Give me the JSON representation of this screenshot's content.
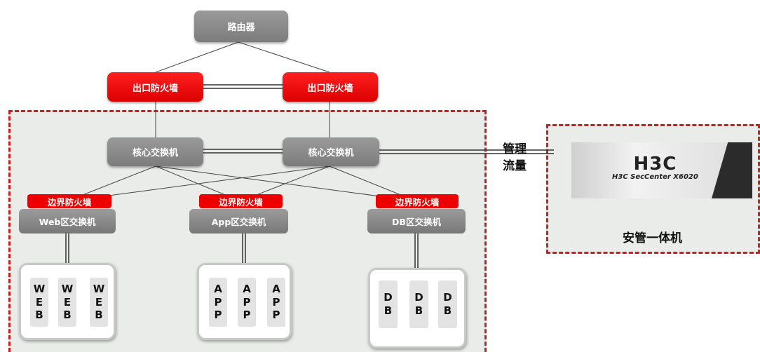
{
  "router": {
    "label": "路由器"
  },
  "exit_firewalls": [
    {
      "label": "出口防火墙"
    },
    {
      "label": "出口防火墙"
    }
  ],
  "core_switches": [
    {
      "label": "核心交换机"
    },
    {
      "label": "核心交换机"
    }
  ],
  "zones": [
    {
      "firewall": "边界防火墙",
      "switch": "Web区交换机",
      "servers": [
        [
          "W",
          "E",
          "B"
        ],
        [
          "W",
          "E",
          "B"
        ],
        [
          "W",
          "E",
          "B"
        ]
      ]
    },
    {
      "firewall": "边界防火墙",
      "switch": "App区交换机",
      "servers": [
        [
          "A",
          "P",
          "P"
        ],
        [
          "A",
          "P",
          "P"
        ],
        [
          "A",
          "P",
          "P"
        ]
      ]
    },
    {
      "firewall": "边界防火墙",
      "switch": "DB区交换机",
      "servers": [
        [
          "D",
          "B"
        ],
        [
          "D",
          "B"
        ],
        [
          "D",
          "B"
        ]
      ]
    }
  ],
  "management": {
    "traffic_label_line1": "管理",
    "traffic_label_line2": "流量",
    "device_brand": "H3C",
    "device_model": "H3C SecCenter X6020",
    "caption": "安管一体机"
  },
  "colors": {
    "firewall": "#e60000",
    "switch": "#8a8a8a",
    "zone_border": "#c62020"
  }
}
